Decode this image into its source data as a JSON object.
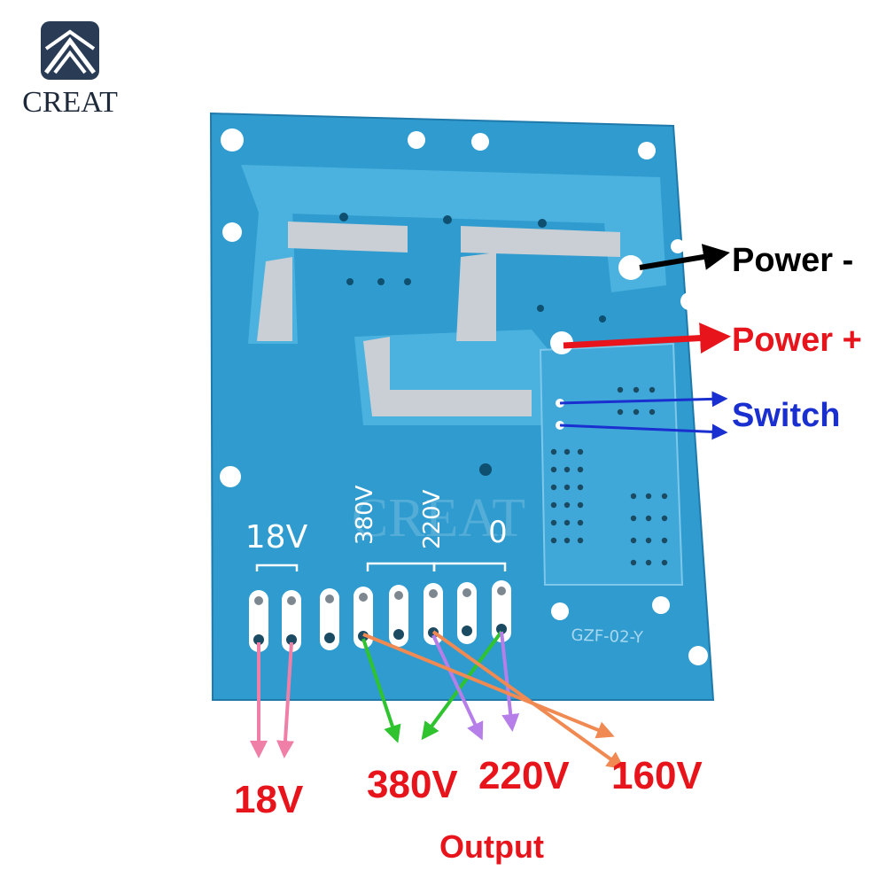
{
  "brand": {
    "name": "CREAT",
    "logo_icon": "creat-mountain-logo-icon"
  },
  "board": {
    "silkscreen_groups": [
      "18V",
      "380V",
      "220V",
      "0"
    ],
    "model": "GZF-02-Y",
    "watermark": "CREAT"
  },
  "callouts": {
    "power_minus": {
      "label": "Power -",
      "color": "#000000"
    },
    "power_plus": {
      "label": "Power +",
      "color": "#e8141c"
    },
    "switch": {
      "label": "Switch",
      "color": "#1a2fcf"
    }
  },
  "outputs": {
    "title": "Output",
    "v18": "18V",
    "v380": "380V",
    "v220": "220V",
    "v160": "160V"
  },
  "colors": {
    "board": "#2f9bcf",
    "trace": "#4bb2df",
    "tin": "#c9cfd4",
    "label_red": "#e8141c",
    "label_blue": "#1a2fcf",
    "arrow_pink": "#f07fa8",
    "arrow_green": "#2fc42f",
    "arrow_violet": "#b57ee8",
    "arrow_orange": "#f08a52"
  }
}
